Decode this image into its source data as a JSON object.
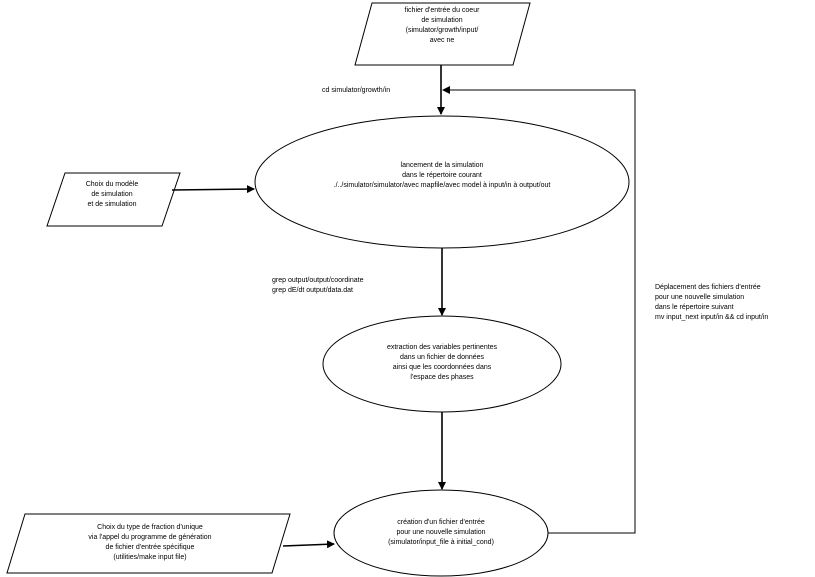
{
  "nodes": {
    "input_file": {
      "lines": [
        "fichier d'entrée du coeur",
        "de simulation",
        "(simulator/growth/input/",
        "avec ne"
      ]
    },
    "launch": {
      "lines": [
        "lancement de la simulation",
        "dans le répertoire courant",
        "./../simulator/simulator/avec mapfile/avec model à input/in à output/out"
      ]
    },
    "model_choice": {
      "lines": [
        "Choix du modèle",
        "de simulation",
        "et de simulation"
      ]
    },
    "extraction": {
      "lines": [
        "extraction des variables pertinentes",
        "dans un fichier de données",
        "ainsi que les coordonnées dans",
        "l'espace des phases"
      ]
    },
    "creation": {
      "lines": [
        "création d'un fichier d'entrée",
        "pour une nouvelle simulation",
        "(simulator/input_file à initial_cond)"
      ]
    },
    "type_choice": {
      "lines": [
        "Choix du type de fraction d'unique",
        "via l'appel du programme de génération",
        "de fichier d'entrée spécifique",
        "(utilities/make input file)"
      ]
    }
  },
  "edge_labels": {
    "top_arrow": "cd simulator/growth/in",
    "middle_arrow": [
      "grep output/output/coordinate",
      "grep dE/dt output/data.dat"
    ],
    "right_loop": [
      "Déplacement des fichiers d'entrée",
      "pour une nouvelle simulation",
      "dans le répertoire suivant",
      "mv input_next input/in && cd input/in"
    ]
  }
}
